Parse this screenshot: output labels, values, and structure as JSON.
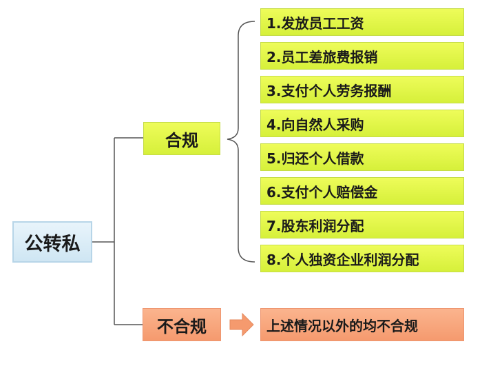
{
  "diagram": {
    "root": {
      "label": "公转私"
    },
    "compliant": {
      "label": "合规",
      "items": [
        "1.发放员工工资",
        "2.员工差旅费报销",
        "3.支付个人劳务报酬",
        "4.向自然人采购",
        "5.归还个人借款",
        "6.支付个人赔偿金",
        "7.股东利润分配",
        "8.个人独资企业利润分配"
      ]
    },
    "noncompliant": {
      "label": "不合规",
      "item": "上述情况以外的均不合规"
    }
  },
  "colors": {
    "green_box": "#e2f64a",
    "orange_box": "#f8a67c",
    "root_box": "#d8ecf6",
    "connector": "#555555",
    "arrow": "#f59a6e"
  }
}
